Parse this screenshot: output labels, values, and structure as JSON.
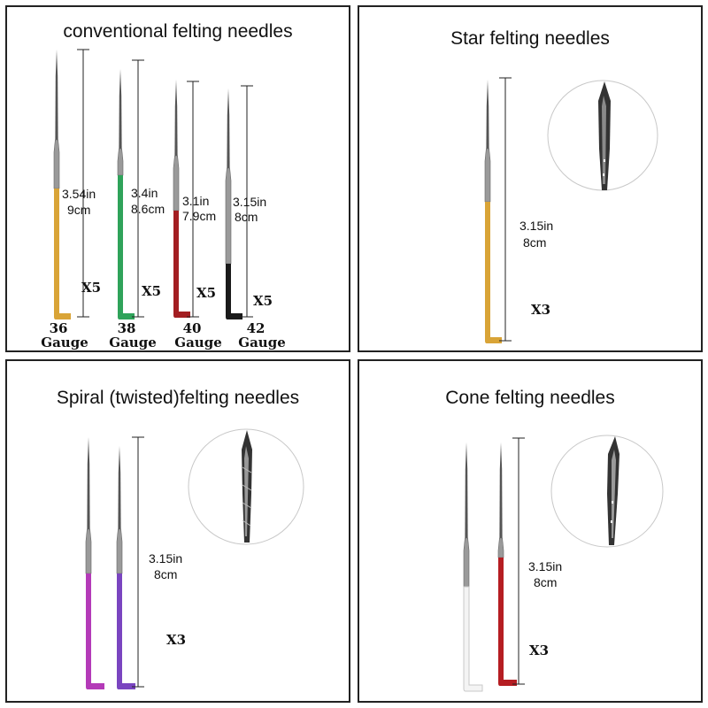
{
  "panels": {
    "conventional": {
      "title": "conventional felting needles",
      "needles": [
        {
          "size": "3.54in",
          "metric": "9cm",
          "qty": "X5",
          "gauge_num": "36",
          "gauge_word": "Gauge",
          "handle_color": "#d9a437"
        },
        {
          "size": "3.4in",
          "metric": "8.6cm",
          "qty": "X5",
          "gauge_num": "38",
          "gauge_word": "Gauge",
          "handle_color": "#2fa35a"
        },
        {
          "size": "3.1in",
          "metric": "7.9cm",
          "qty": "X5",
          "gauge_num": "40",
          "gauge_word": "Gauge",
          "handle_color": "#a31e22"
        },
        {
          "size": "3.15in",
          "metric": "8cm",
          "qty": "X5",
          "gauge_num": "42",
          "gauge_word": "Gauge",
          "handle_color": "#1a1a1a"
        }
      ]
    },
    "star": {
      "title": "Star felting needles",
      "size": "3.15in",
      "metric": "8cm",
      "qty": "X3",
      "handle_color": "#d9a437"
    },
    "spiral": {
      "title": "Spiral (twisted)felting needles",
      "size": "3.15in",
      "metric": "8cm",
      "qty": "X3",
      "handle_colors": [
        "#b43ab8",
        "#7a45c0"
      ]
    },
    "cone": {
      "title": "Cone felting needles",
      "size": "3.15in",
      "metric": "8cm",
      "qty": "X3",
      "handle_colors": [
        "#f4f4f4",
        "#b51d22"
      ]
    }
  }
}
